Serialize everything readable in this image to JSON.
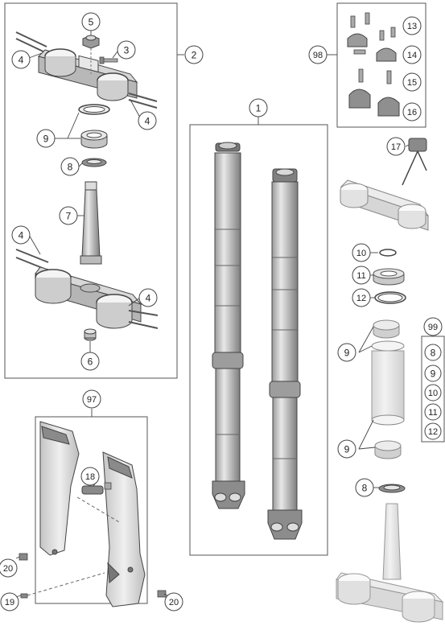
{
  "callouts": {
    "c1": "1",
    "c2": "2",
    "c3": "3",
    "c4a": "4",
    "c4b": "4",
    "c4c": "4",
    "c4d": "4",
    "c5": "5",
    "c6": "6",
    "c7": "7",
    "c8a": "8",
    "c8b": "8",
    "c9a": "9",
    "c9b": "9",
    "c9c": "9",
    "c10": "10",
    "c11": "11",
    "c12": "12",
    "c13": "13",
    "c14": "14",
    "c15": "15",
    "c16": "16",
    "c17": "17",
    "c18": "18",
    "c19": "19",
    "c20a": "20",
    "c20b": "20",
    "c97": "97",
    "c98": "98",
    "c99": "99"
  },
  "kit99": [
    "8",
    "9",
    "10",
    "11",
    "12"
  ],
  "colors": {
    "line": "#444444",
    "part": "#c9c9c9",
    "part_dark": "#8a8a8a",
    "ghost": "#e6e6e6"
  }
}
